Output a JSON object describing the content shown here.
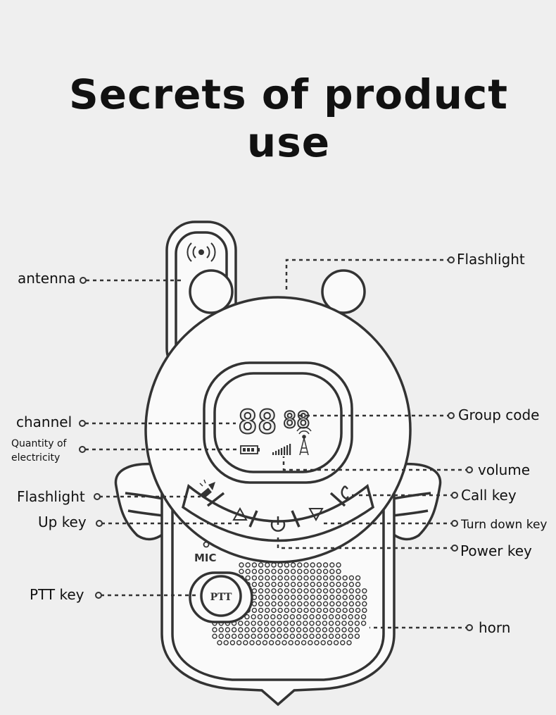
{
  "title": "Secrets of product use",
  "device": {
    "display_digits_big": "88",
    "display_digits_small": "88",
    "ptt_label": "PTT",
    "mic_label": "MIC"
  },
  "labels": {
    "antenna": "antenna",
    "flashlight_top": "Flashlight",
    "channel": "channel",
    "group_code": "Group code",
    "quantity_line1": "Quantity of",
    "quantity_line2": "electricity",
    "volume": "volume",
    "flashlight_left": "Flashlight",
    "call_key": "Call key",
    "up_key": "Up key",
    "turn_down_key": "Turn down key",
    "power_key": "Power key",
    "ptt_key": "PTT key",
    "horn": "horn"
  },
  "icons": [
    "signal-waves-icon",
    "battery-icon",
    "signal-bars-icon",
    "tower-icon",
    "flashlight-icon",
    "up-triangle-icon",
    "power-icon",
    "down-triangle-icon",
    "phone-icon"
  ]
}
